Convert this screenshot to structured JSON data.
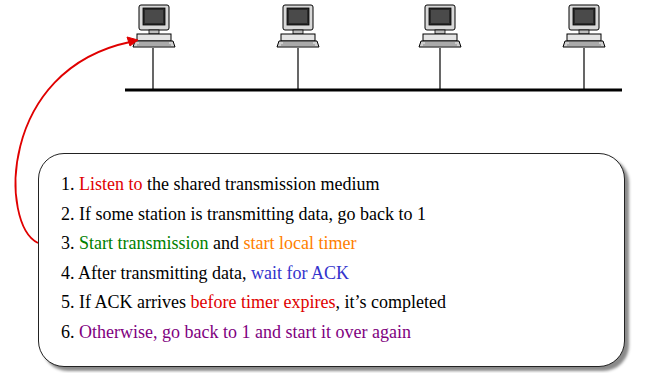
{
  "diagram": {
    "nodes": [
      {
        "text": [
          "1. Listen to the shared transmission medium",
          "2. If some station is transmitting data, go back to 1",
          "3. Start transmission and start local timer",
          "4. After transmitting data, wait for ACK",
          "5. If ACK arrives before timer expires, it’s completed",
          "6. Otherwise, go back to 1 and start it over again"
        ]
      }
    ]
  }
}
